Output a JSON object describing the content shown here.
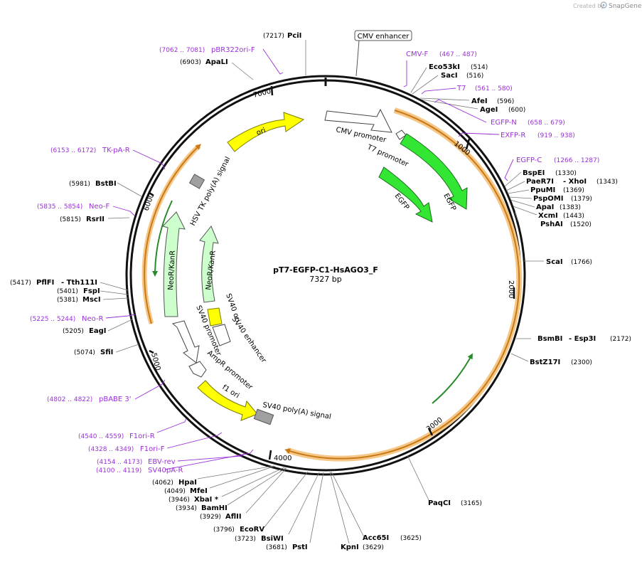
{
  "header": {
    "created_by": "Created by",
    "brand": "SnapGene"
  },
  "plasmid": {
    "name": "pT7-EGFP-C1-HsAGO3_F",
    "length": "7327 bp"
  },
  "ticks": [
    "1000",
    "2000",
    "3000",
    "4000",
    "5000",
    "6000",
    "7000"
  ],
  "boxed_label": "CMV enhancer",
  "features": [
    {
      "id": "cmv-promoter",
      "label": "CMV promoter",
      "color": "#ffffff"
    },
    {
      "id": "t7-promoter",
      "label": "T7 promoter",
      "color": "#ffffff"
    },
    {
      "id": "egfp-inner",
      "label": "EGFP",
      "color": "#33e633"
    },
    {
      "id": "egfp-outer",
      "label": "EGFP",
      "color": "#33e633"
    },
    {
      "id": "ori",
      "label": "ori",
      "color": "#ffff00"
    },
    {
      "id": "hsv-tk",
      "label": "HSV TK poly(A) signal",
      "color": "#a0a0a0"
    },
    {
      "id": "neokanr-outer",
      "label": "NeoR/KanR",
      "color": "#ccffcc"
    },
    {
      "id": "neokanr-inner",
      "label": "NeoR/KanR",
      "color": "#ccffcc"
    },
    {
      "id": "sv40-ori",
      "label": "SV40 ori",
      "color": "#ffff00"
    },
    {
      "id": "sv40-enhancer",
      "label": "SV40 enhancer",
      "color": "#ffffff"
    },
    {
      "id": "sv40-promoter",
      "label": "SV40 promoter",
      "color": "#ffffff"
    },
    {
      "id": "ampr-promoter",
      "label": "AmpR promoter",
      "color": "#ffffff"
    },
    {
      "id": "f1-ori",
      "label": "f1 ori",
      "color": "#ffff00"
    },
    {
      "id": "sv40-polya",
      "label": "SV40 poly(A) signal",
      "color": "#a0a0a0"
    }
  ],
  "enzymes": [
    {
      "name": "PciI",
      "pos": "(7217)"
    },
    {
      "name": "ApaLI",
      "pos": "(6903)"
    },
    {
      "name": "Eco53kI",
      "pos": "(514)"
    },
    {
      "name": "SacI",
      "pos": "(516)"
    },
    {
      "name": "AfeI",
      "pos": "(596)"
    },
    {
      "name": "AgeI",
      "pos": "(600)"
    },
    {
      "name": "BspEI",
      "pos": "(1330)"
    },
    {
      "name": "PaeR7I",
      "name2": "- XhoI",
      "pos": "(1343)"
    },
    {
      "name": "PpuMI",
      "pos": "(1369)"
    },
    {
      "name": "PspOMI",
      "pos": "(1379)"
    },
    {
      "name": "ApaI",
      "pos": "(1383)"
    },
    {
      "name": "XcmI",
      "pos": "(1443)"
    },
    {
      "name": "PshAI",
      "pos": "(1520)"
    },
    {
      "name": "ScaI",
      "pos": "(1766)"
    },
    {
      "name": "BsmBI",
      "name2": "- Esp3I",
      "pos": "(2172)"
    },
    {
      "name": "BstZ17I",
      "pos": "(2300)"
    },
    {
      "name": "PaqCI",
      "pos": "(3165)"
    },
    {
      "name": "Acc65I",
      "pos": "(3625)"
    },
    {
      "name": "KpnI",
      "pos": "(3629)"
    },
    {
      "name": "PstI",
      "pos": "(3681)"
    },
    {
      "name": "BsiWI",
      "pos": "(3723)"
    },
    {
      "name": "EcoRV",
      "pos": "(3796)"
    },
    {
      "name": "AflII",
      "pos": "(3929)"
    },
    {
      "name": "BamHI",
      "pos": "(3934)"
    },
    {
      "name": "XbaI *",
      "pos": "(3946)"
    },
    {
      "name": "MfeI",
      "pos": "(4049)"
    },
    {
      "name": "HpaI",
      "pos": "(4062)"
    },
    {
      "name": "SfiI",
      "pos": "(5074)"
    },
    {
      "name": "EagI",
      "pos": "(5205)"
    },
    {
      "name": "MscI",
      "pos": "(5381)"
    },
    {
      "name": "FspI",
      "pos": "(5401)"
    },
    {
      "name": "PflFI",
      "name2": "- Tth111I",
      "pos": "(5417)"
    },
    {
      "name": "RsrII",
      "pos": "(5815)"
    },
    {
      "name": "BstBI",
      "pos": "(5981)"
    }
  ],
  "primers": [
    {
      "name": "pBR322ori-F",
      "range": "(7062 .. 7081)"
    },
    {
      "name": "CMV-F",
      "range": "(467 .. 487)"
    },
    {
      "name": "T7",
      "range": "(561 .. 580)"
    },
    {
      "name": "EGFP-N",
      "range": "(658 .. 679)"
    },
    {
      "name": "EXFP-R",
      "range": "(919 .. 938)"
    },
    {
      "name": "EGFP-C",
      "range": "(1266 .. 1287)"
    },
    {
      "name": "TK-pA-R",
      "range": "(6153 .. 6172)"
    },
    {
      "name": "Neo-F",
      "range": "(5835 .. 5854)"
    },
    {
      "name": "Neo-R",
      "range": "(5225 .. 5244)"
    },
    {
      "name": "pBABE 3'",
      "range": "(4802 .. 4822)"
    },
    {
      "name": "F1ori-R",
      "range": "(4540 .. 4559)"
    },
    {
      "name": "F1ori-F",
      "range": "(4328 .. 4349)"
    },
    {
      "name": "EBV-rev",
      "range": "(4154 .. 4173)"
    },
    {
      "name": "SV40pA-R",
      "range": "(4100 .. 4119)"
    }
  ],
  "colors": {
    "backbone": "#111111",
    "primer": "#9b30d9",
    "orf_band": "#f5c889",
    "orf_arrow": "#c97a14",
    "green_arrow": "#2a8a2a"
  }
}
